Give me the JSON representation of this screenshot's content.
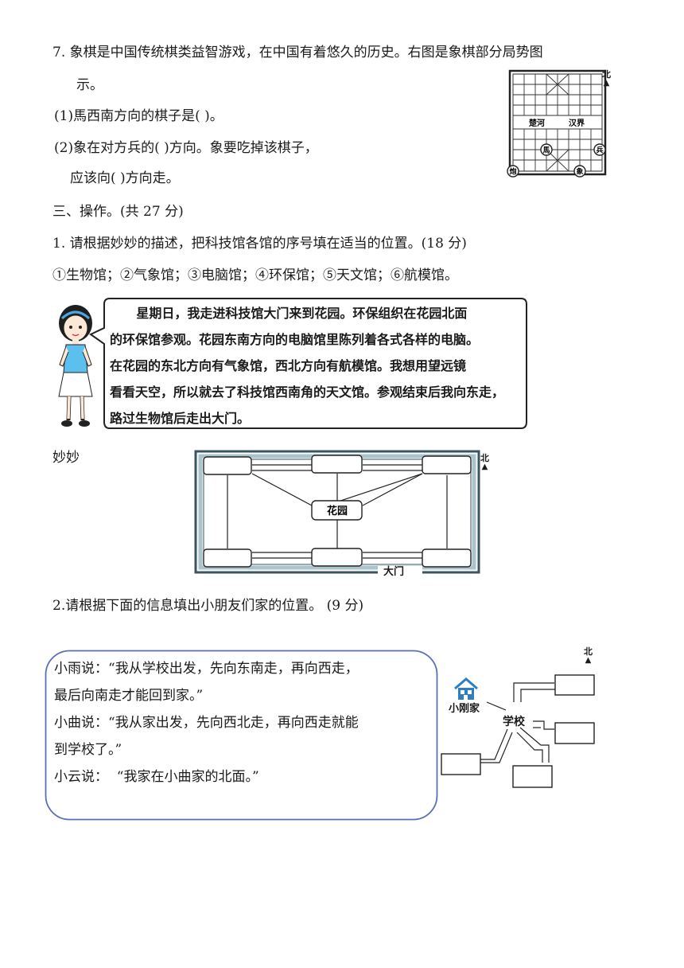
{
  "q7": {
    "line1": "7.  象棋是中国传统棋类益智游戏，在中国有着悠久的历史。右图是象棋部分局势图",
    "line2": "示。",
    "sub1": "(1)馬西南方向的棋子是(        )。",
    "sub2": "(2)象在对方兵的(        )方向。象要吃掉该棋子，",
    "sub3": "应该向(        )方向走。",
    "board": {
      "north": "北",
      "river_left": "楚河",
      "river_right": "汉界",
      "pieces": {
        "ma": "馬",
        "bing": "兵",
        "pao": "炮",
        "xiang": "象"
      }
    }
  },
  "section3": {
    "title": "三、操作。(共 27 分)"
  },
  "q1": {
    "title": "1.  请根据妙妙的描述，把科技馆各馆的序号填在适当的位置。(18 分)",
    "options": "①生物馆；②气象馆；③电脑馆；④环保馆；⑤天文馆；⑥航模馆。",
    "speech": [
      "      星期日，我走进科技馆大门来到花园。环保组织在花园北面",
      "的环保馆参观。花园东南方向的电脑馆里陈列着各式各样的电脑。",
      "在花园的东北方向有气象馆，西北方向有航模馆。我想用望远镜",
      "看看天空，所以就去了科技馆西南角的天文馆。参观结束后我向东走，",
      "路过生物馆后走出大门。"
    ],
    "girl_name": "妙妙",
    "map": {
      "garden": "花园",
      "gate": "大门",
      "north": "北"
    }
  },
  "q2": {
    "title": "2.请根据下面的信息填出小朋友们家的位置。 (9 分)",
    "speech": [
      "小雨说：“我从学校出发，先向东南走，再向西走，",
      "最后向南走才能回到家。”",
      "小曲说：“我从家出发，先向西北走，再向西走就能",
      "到学校了。”",
      "小云说：  “我家在小曲家的北面。”"
    ],
    "map": {
      "north": "北",
      "home": "小刚家",
      "school": "学校"
    }
  },
  "colors": {
    "map_border": "#3a5560",
    "map_inner": "#a9c4cc",
    "bubble_border": "#5b6fb5",
    "house": "#2f7fc0"
  }
}
